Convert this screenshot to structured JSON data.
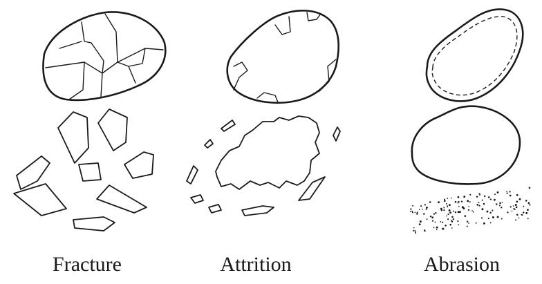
{
  "labels": {
    "fracture": "Fracture",
    "attrition": "Attrition",
    "abrasion": "Abrasion"
  }
}
